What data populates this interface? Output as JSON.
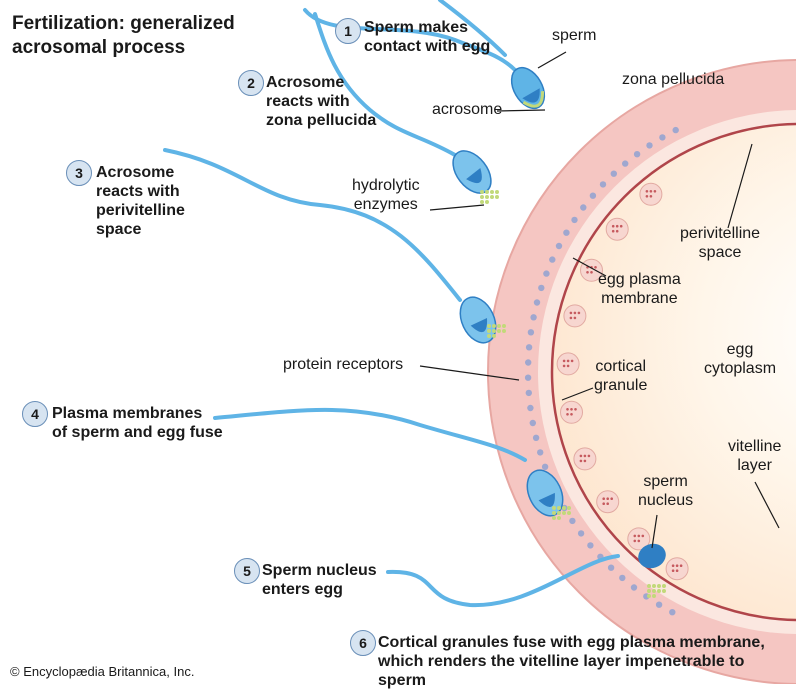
{
  "title": "Fertilization: generalized\nacrosomal process",
  "steps": [
    {
      "num": "1",
      "text": "Sperm makes\ncontact with egg"
    },
    {
      "num": "2",
      "text": "Acrosome\nreacts with\nzona pellucida"
    },
    {
      "num": "3",
      "text": "Acrosome\nreacts with\nperivitelline\nspace"
    },
    {
      "num": "4",
      "text": "Plasma membranes\nof sperm and egg fuse"
    },
    {
      "num": "5",
      "text": "Sperm nucleus\nenters egg"
    },
    {
      "num": "6",
      "text": "Cortical granules fuse with egg plasma membrane,\nwhich renders the vitelline layer impenetrable to sperm"
    }
  ],
  "labels": {
    "sperm": "sperm",
    "zona_pellucida": "zona pellucida",
    "acrosome": "acrosome",
    "hydrolytic_enzymes": "hydrolytic\nenzymes",
    "perivitelline_space": "perivitelline\nspace",
    "egg_plasma_membrane": "egg plasma\nmembrane",
    "protein_receptors": "protein receptors",
    "cortical_granule": "cortical\ngranule",
    "egg_cytoplasm": "egg\ncytoplasm",
    "vitelline_layer": "vitelline\nlayer",
    "sperm_nucleus": "sperm\nnucleus"
  },
  "copyright": "© Encyclopædia Britannica, Inc.",
  "colors": {
    "zona": "#f5c6c2",
    "zona_edge": "#e7a7a2",
    "perivitelline": "#fbe7e0",
    "cytoplasm": "#fdeedd",
    "membrane": "#b0454a",
    "granule": "#f7d6d0",
    "receptor": "#9fa7cf",
    "sperm": "#5fb4e6",
    "sperm_dark": "#2f7fc4",
    "enzyme": "#c2d97a"
  }
}
